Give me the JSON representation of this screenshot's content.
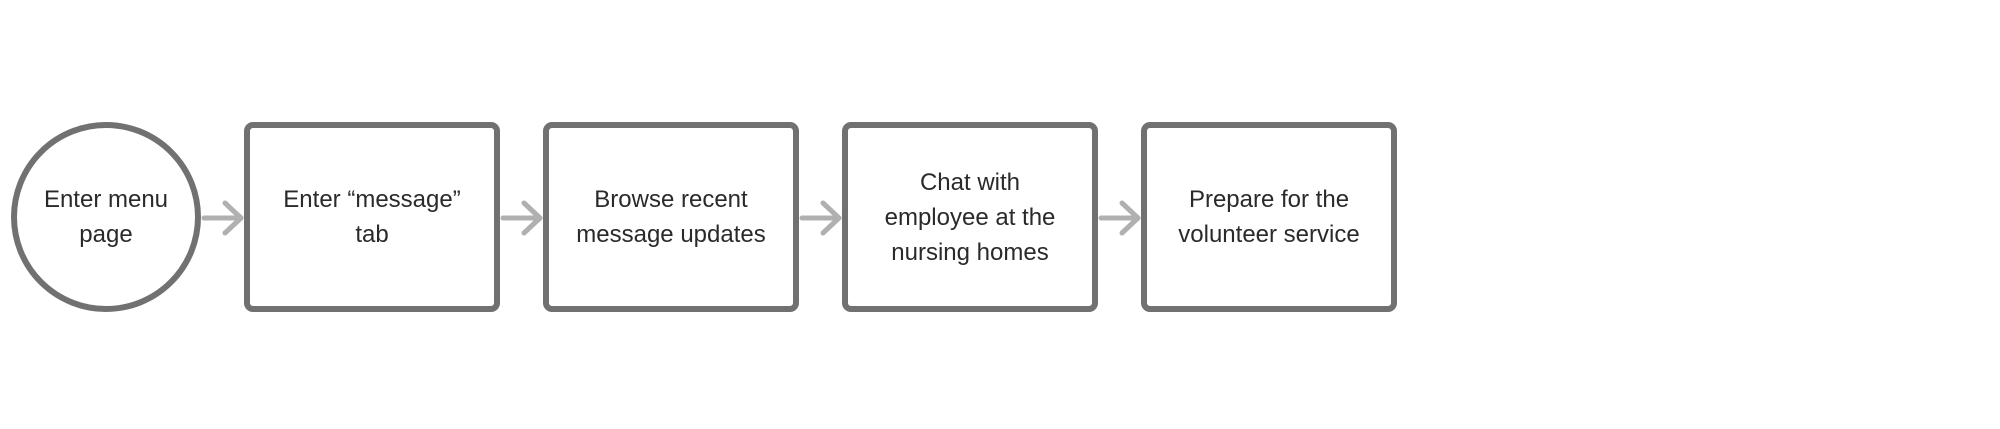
{
  "diagram": {
    "steps": [
      {
        "shape": "circle",
        "label": "Enter menu page"
      },
      {
        "shape": "box",
        "label": "Enter “message” tab"
      },
      {
        "shape": "box",
        "label": "Browse recent message updates"
      },
      {
        "shape": "box",
        "label": "Chat with employee at the nursing homes"
      },
      {
        "shape": "box",
        "label": "Prepare for the volunteer service"
      }
    ],
    "colors": {
      "node_border": "#717171",
      "arrow": "#b0b0b0",
      "text": "#2a2a2a"
    }
  }
}
